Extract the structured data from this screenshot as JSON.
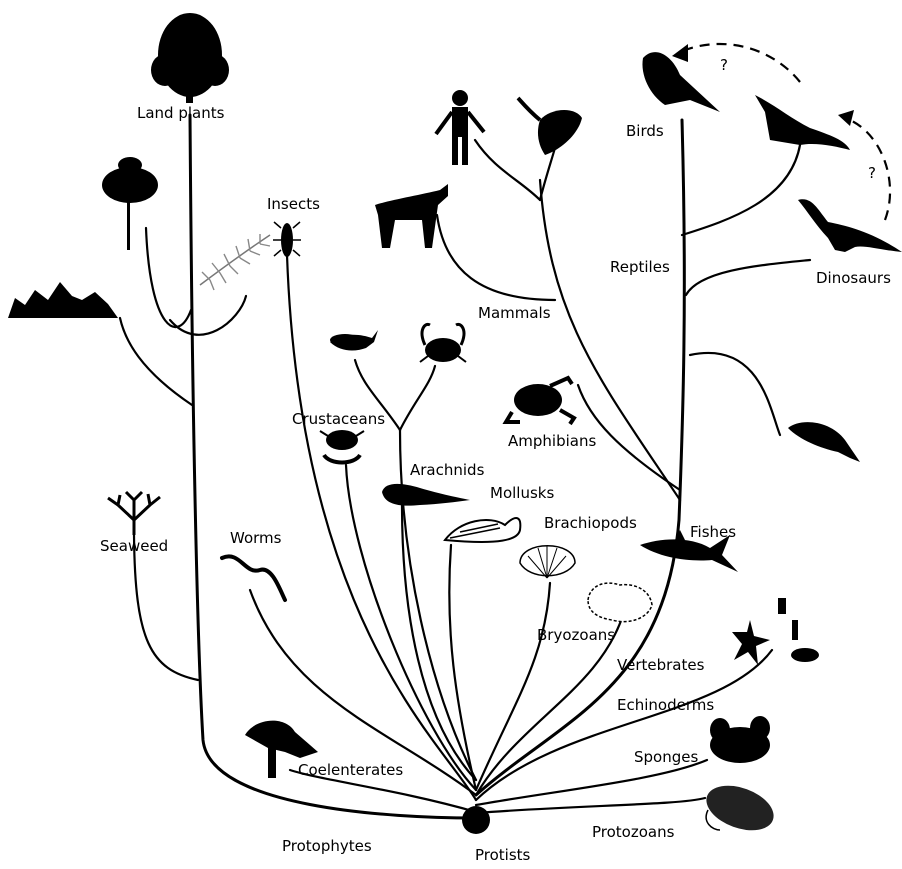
{
  "labels": {
    "land_plants": "Land plants",
    "insects": "Insects",
    "seaweed": "Seaweed",
    "worms": "Worms",
    "crustaceans": "Crustaceans",
    "arachnids": "Arachnids",
    "mollusks": "Mollusks",
    "brachiopods": "Brachiopods",
    "bryozoans": "Bryozoans",
    "vertebrates": "Vertebrates",
    "echinoderms": "Echinoderms",
    "sponges": "Sponges",
    "protozoans": "Protozoans",
    "protists": "Protists",
    "protophytes": "Protophytes",
    "coelenterates": "Coelenterates",
    "fishes": "Fishes",
    "amphibians": "Amphibians",
    "mammals": "Mammals",
    "reptiles": "Reptiles",
    "birds": "Birds",
    "dinosaurs": "Dinosaurs",
    "question_1": "?",
    "question_2": "?"
  },
  "icons": [
    "tree-icon",
    "flower-icon",
    "shrub-icon",
    "fern-icon",
    "insect-icon",
    "seaweed-icon",
    "worm-icon",
    "lobster-icon",
    "crab-icon",
    "small-crab-icon",
    "squid-icon",
    "snail-icon",
    "scallop-shell-icon",
    "bryozoan-icon",
    "shark-icon",
    "starfish-icon",
    "sponge-icon",
    "protozoan-icon",
    "coral-icon",
    "frog-icon",
    "dolphin-icon",
    "human-icon",
    "monkey-icon",
    "horse-icon",
    "bird-icon",
    "pterosaur-icon",
    "dinosaur-icon"
  ]
}
